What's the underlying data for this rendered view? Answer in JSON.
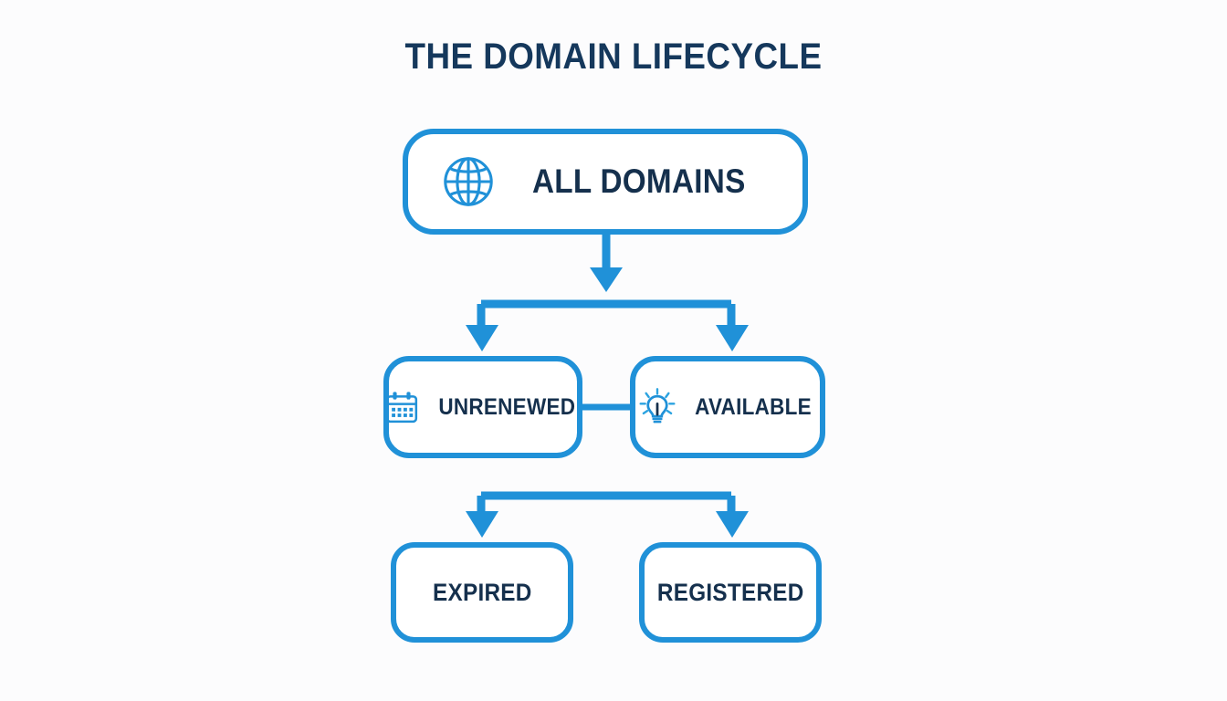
{
  "diagram": {
    "title": "THE DOMAIN LIFECYCLE",
    "type": "flowchart",
    "colors": {
      "background": "#fcfcfd",
      "box_border": "#2091d8",
      "box_fill": "#ffffff",
      "connector": "#2091d8",
      "label_text": "#15304d",
      "title_text": "#15385c",
      "icon": "#2091d8"
    },
    "nodes": [
      {
        "id": "all-domains",
        "label": "ALL DOMAINS",
        "icon": "globe-icon",
        "level": 1
      },
      {
        "id": "unrenewed",
        "label": "UNRENEWED",
        "icon": "calendar-icon",
        "level": 2
      },
      {
        "id": "available",
        "label": "AVAILABLE",
        "icon": "lightbulb-icon",
        "level": 2
      },
      {
        "id": "expired",
        "label": "EXPIRED",
        "icon": null,
        "level": 3
      },
      {
        "id": "registered",
        "label": "REGISTERED",
        "icon": null,
        "level": 3
      }
    ],
    "connections": [
      {
        "from": "all-domains",
        "to": "unrenewed",
        "style": "arrow-split-down"
      },
      {
        "from": "all-domains",
        "to": "available",
        "style": "arrow-split-down"
      },
      {
        "from": "unrenewed",
        "to": "available",
        "style": "plain-line-horizontal"
      },
      {
        "from": "available",
        "to": "expired",
        "style": "arrow-split-down"
      },
      {
        "from": "available",
        "to": "registered",
        "style": "arrow-split-down"
      }
    ]
  }
}
